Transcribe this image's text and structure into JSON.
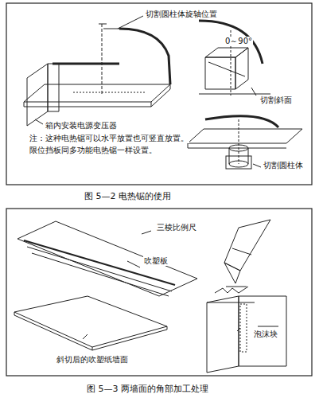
{
  "diagram": {
    "labels": [
      "切割圆柱体旋轴位置",
      "0～90°",
      "切割斜面",
      "箱内安装电源变压器",
      "注：这种电热锯可以水平放置也可竖直放置。",
      "限位挡板同多功能电热锯一样设置。",
      "切割圆柱体",
      "图 5—2  电热锯的使用",
      "三棱比例尺",
      "吹塑板",
      "斜切后的吹塑纸墙面",
      "泡沫块",
      "图 5—3  两墙面的角部加工处理"
    ]
  }
}
